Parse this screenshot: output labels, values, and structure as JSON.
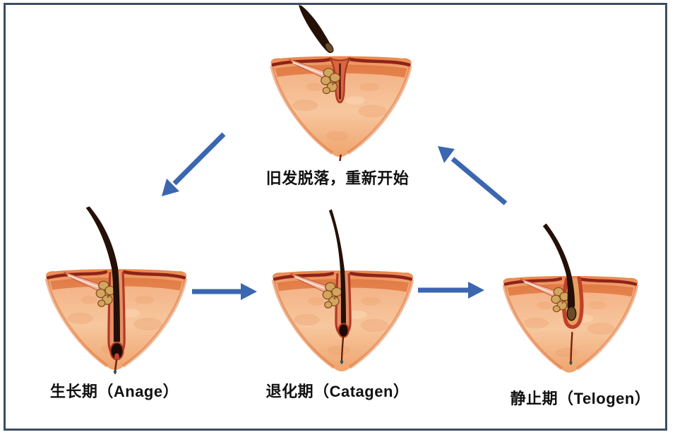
{
  "frame": {
    "border_color": "#3E4E63",
    "background": "#FFFFFF"
  },
  "diagram": {
    "type": "cycle-diagram",
    "topic": "hair growth cycle",
    "stages": [
      {
        "id": "shed-restart",
        "label": "旧发脱落，重新开始",
        "description": "follicle after old hair has shed, detached hair above skin"
      },
      {
        "id": "anagen",
        "label": "生长期（Anage）",
        "description": "growth phase, deep follicle with long hair"
      },
      {
        "id": "catagen",
        "label": "退化期（Catagen）",
        "description": "regression phase, follicle shortening"
      },
      {
        "id": "telogen",
        "label": "静止期（Telogen）",
        "description": "resting phase, shallow follicle with club hair"
      }
    ],
    "arrows": [
      {
        "from": "shed-restart",
        "to": "anagen",
        "direction": "down-left"
      },
      {
        "from": "anagen",
        "to": "catagen",
        "direction": "right"
      },
      {
        "from": "catagen",
        "to": "telogen",
        "direction": "right"
      },
      {
        "from": "telogen",
        "to": "shed-restart",
        "direction": "up-left"
      }
    ],
    "colors": {
      "arrow": "#3B66B0",
      "label_text": "#111111",
      "skin_light": "#F6C29A",
      "skin_dark": "#E07038",
      "surface_line": "#8E2318",
      "hair": "#241007",
      "sheath_red": "#B23A24",
      "gland": "#D4A55E"
    }
  }
}
